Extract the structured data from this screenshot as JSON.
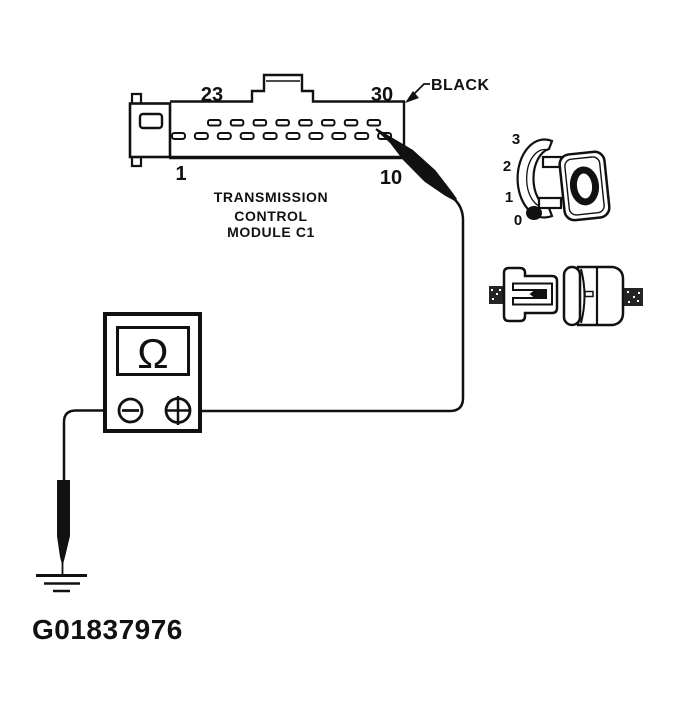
{
  "figure": {
    "id_label": "G01837976"
  },
  "tcm": {
    "title_lines": [
      "TRANSMISSION",
      "CONTROL",
      "MODULE C1"
    ],
    "wire_label": "BLACK",
    "pin_top_left": "23",
    "pin_top_right": "30",
    "pin_bottom_left": "1",
    "pin_bottom_right": "10",
    "pins_top_count": 8,
    "pins_bottom_count": 10
  },
  "ignition": {
    "positions": [
      "3",
      "2",
      "1",
      "0"
    ]
  },
  "meter": {
    "display_symbol": "Ω",
    "negative_terminal_symbol": "−",
    "positive_terminal_symbol": "+"
  },
  "colors": {
    "ink": "#111111",
    "paper": "#ffffff"
  }
}
